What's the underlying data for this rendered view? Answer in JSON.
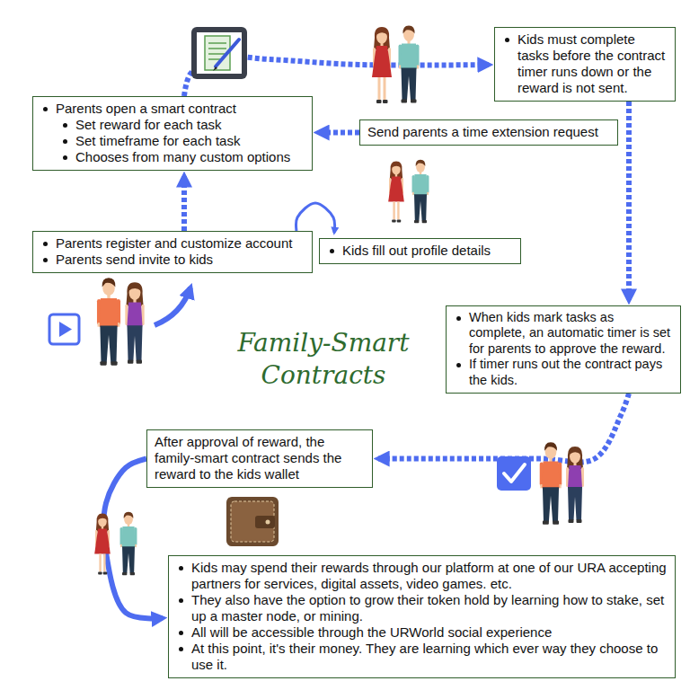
{
  "diagram": {
    "title": "Family-Smart Contracts",
    "nodes": [
      {
        "text": [
          "Kids must complete tasks before the contract timer runs down or the reward is not sent."
        ]
      },
      {
        "text": [
          "Parents open a smart contract",
          "Set reward for each task",
          "Set timeframe for each task",
          "Chooses from many custom options"
        ]
      },
      {
        "text": [
          "Send parents a time extension request"
        ]
      },
      {
        "text": [
          "Parents register and customize account",
          "Parents send invite to kids"
        ]
      },
      {
        "text": [
          "Kids fill out profile details"
        ]
      },
      {
        "text": [
          "When kids mark tasks as complete, an automatic timer is set for parents to approve the reward.",
          "If timer runs out the contract pays the kids."
        ]
      },
      {
        "text": [
          "After approval of reward, the family-smart contract sends the reward to the kids wallet"
        ]
      },
      {
        "text": [
          "Kids may spend their rewards through our platform at one of our URA accepting partners for services, digital assets, video games. etc.",
          "They also have the option to grow their token hold by learning how to stake, set up a master node, or mining.",
          "All will be accessible through the URWorld social experience",
          "At this point, it's their money. They are learning which ever way they choose to use it."
        ]
      }
    ],
    "edges": [
      {
        "from": 1,
        "to": 0,
        "arrow": "to"
      },
      {
        "from": 0,
        "to": 5,
        "arrow": "to"
      },
      {
        "from": 2,
        "to": 1,
        "arrow": "to"
      },
      {
        "from": 3,
        "to": 1,
        "arrow": "to"
      },
      {
        "from": 3,
        "to": 4,
        "arrow": "to"
      },
      {
        "from": 5,
        "to": 6,
        "arrow": "to"
      },
      {
        "from": 6,
        "to": 7,
        "arrow": "to"
      }
    ]
  }
}
